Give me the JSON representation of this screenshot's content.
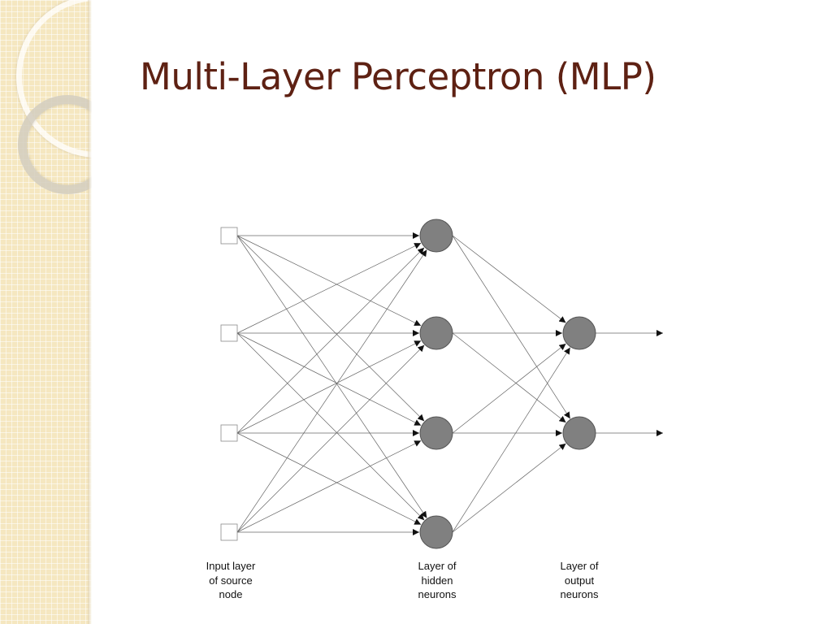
{
  "slide": {
    "title": "Multi-Layer Perceptron (MLP)"
  },
  "diagram": {
    "layers": [
      {
        "name": "input",
        "node_count": 4,
        "node_shape": "square",
        "label_lines": [
          "Input layer",
          "of source",
          "node"
        ]
      },
      {
        "name": "hidden",
        "node_count": 4,
        "node_shape": "circle",
        "label_lines": [
          "Layer of",
          "hidden",
          "neurons"
        ]
      },
      {
        "name": "output",
        "node_count": 2,
        "node_shape": "circle",
        "label_lines": [
          "Layer of",
          "output",
          "neurons"
        ]
      }
    ],
    "connections": "fully connected between adjacent layers",
    "output_arrows": 2,
    "colors": {
      "neuron_fill": "#808080",
      "input_fill": "#ffffff",
      "edge": "#666666",
      "title": "#5e2113",
      "sidebar": "#f5e7c0"
    }
  }
}
